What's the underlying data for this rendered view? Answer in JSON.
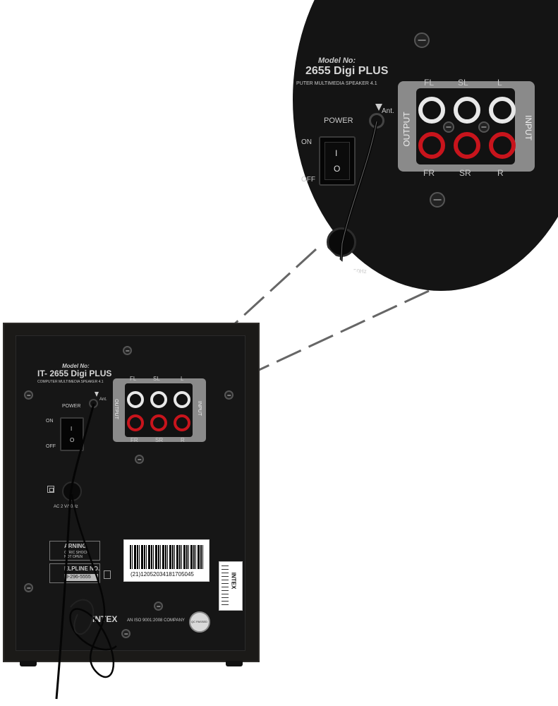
{
  "colors": {
    "cabinet": "#1b1a18",
    "panel": "#161616",
    "label_text": "#c9c9c9",
    "jack_white": "#e8e8e8",
    "jack_red": "#c8141c",
    "plate_grey": "#8a8a8a",
    "lens_bg": "#141414",
    "dash_line": "#666666"
  },
  "zoom": {
    "model_label": "Model No:",
    "model_name": "2655 Digi PLUS",
    "subtitle": "PUTER MULTIMEDIA SPEAKER 4.1",
    "power_label": "POWER",
    "on_label": "ON",
    "off_label": "OFF",
    "switch_on_symbol": "I",
    "switch_off_symbol": "O",
    "ant_label": "Ant.",
    "output_label": "OUTPUT",
    "input_label": "INPUT",
    "top_labels": [
      "FL",
      "SL",
      "L"
    ],
    "bottom_labels": [
      "FR",
      "SR",
      "R"
    ],
    "ac_fragment": "50Hz"
  },
  "speaker": {
    "model_label": "Model No:",
    "model_name": "IT- 2655 Digi PLUS",
    "subtitle": "COMPUTER MULTIMEDIA SPEAKER 4.1",
    "power_label": "POWER",
    "on_label": "ON",
    "off_label": "OFF",
    "switch_on_symbol": "I",
    "switch_off_symbol": "O",
    "ant_label": "Ant.",
    "output_label": "OUTPUT",
    "input_label": "INPUT",
    "top_labels": [
      "FL",
      "SL",
      "L"
    ],
    "bottom_labels": [
      "FR",
      "SR",
      "R"
    ],
    "ac_label": "AC 2 V/50Hz",
    "warning_label": "ARNING",
    "warning_text_1": "CTRIC SHOCK",
    "warning_text_2": "NOT OPEN",
    "helpline_label": "ELPLINE NO.",
    "helpline_number": "9-296-5555",
    "barcode_number": "(21)12052034181705045",
    "brand": "INTEX",
    "iso_text": "AN ISO 9001:2008 COMPANY",
    "side_sticker_brand": "INTEX",
    "qc_label": "QC PASSED"
  }
}
